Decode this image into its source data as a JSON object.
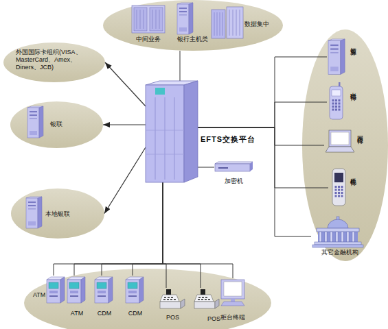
{
  "diagram": {
    "nodes": [
      {
        "text": []
      },
      {
        "text": [
          "中间业务"
        ],
        "in": 0
      },
      {
        "text": [
          "银行主机类"
        ],
        "in": 0
      },
      {
        "text": [
          "数据集中"
        ],
        "in": 0
      },
      {
        "text": [
          "外国国际卡组织(VISA、 MasterCard、Amex、 Diners、JCB)"
        ]
      },
      {
        "text": []
      },
      {
        "text": [
          "短信业务"
        ],
        "in": 5
      },
      {
        "text": [
          "电话银行"
        ],
        "in": 5
      },
      {
        "text": [
          "网上银行"
        ],
        "in": 5
      },
      {
        "text": [
          "手机银行"
        ],
        "in": 5
      },
      {
        "text": [
          "其它金融机构"
        ],
        "in": 5
      },
      {
        "text": [
          "银联"
        ]
      },
      {
        "text": [
          "EFTS交换平台"
        ]
      },
      {
        "text": [
          "加密机"
        ]
      },
      {
        "text": [
          "本地银联"
        ]
      },
      {
        "text": []
      },
      {
        "text": [
          "ATM"
        ],
        "in": 15
      },
      {
        "text": [
          "ATM"
        ],
        "in": 15
      },
      {
        "text": [
          "CDM"
        ],
        "in": 15
      },
      {
        "text": [
          "CDM"
        ],
        "in": 15
      },
      {
        "text": [
          "POS"
        ],
        "in": 15
      },
      {
        "text": [
          "POS"
        ],
        "in": 15
      },
      {
        "text": [
          "柜台终端"
        ],
        "in": 15
      }
    ],
    "edges": [
      {
        "from": 12,
        "to": 0,
        "arrow": "none"
      },
      {
        "from": 12,
        "to": 4,
        "arrow": "to"
      },
      {
        "from": 12,
        "to": 11,
        "arrow": "to"
      },
      {
        "from": 12,
        "to": 14,
        "arrow": "to"
      },
      {
        "from": 12,
        "to": 13,
        "arrow": "none"
      },
      {
        "from": 12,
        "to": 6,
        "arrow": "none"
      },
      {
        "from": 12,
        "to": 7,
        "arrow": "none"
      },
      {
        "from": 12,
        "to": 8,
        "arrow": "none"
      },
      {
        "from": 12,
        "to": 9,
        "arrow": "none"
      },
      {
        "from": 12,
        "to": 10,
        "arrow": "none"
      },
      {
        "from": 12,
        "to": 16,
        "arrow": "none"
      },
      {
        "from": 12,
        "to": 17,
        "arrow": "none"
      },
      {
        "from": 12,
        "to": 18,
        "arrow": "none"
      },
      {
        "from": 12,
        "to": 19,
        "arrow": "none"
      },
      {
        "from": 12,
        "to": 20,
        "arrow": "none"
      },
      {
        "from": 12,
        "to": 21,
        "arrow": "none"
      },
      {
        "from": 12,
        "to": 22,
        "arrow": "none"
      }
    ]
  }
}
